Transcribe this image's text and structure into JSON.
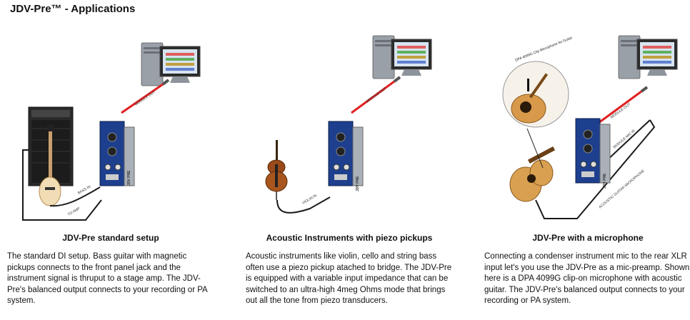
{
  "page": {
    "title": "JDV-Pre™ - Applications"
  },
  "panels": [
    {
      "heading": "JDV-Pre standard setup",
      "description": "The standard DI setup. Bass guitar with magnetic pickups connects to the front panel jack and the instrument signal is thruput to a stage amp. The JDV-Pre's balanced output connects to your recording or PA system.",
      "labels": {
        "module_out": "MODULE OUT",
        "bass_in": "BASS IN",
        "to_amp": "TO AMP",
        "unit": "JDV PRE"
      }
    },
    {
      "heading": "Acoustic Instruments with piezo pickups",
      "description": "Acoustic instruments like violin, cello and string bass often use a piezo pickup atached to bridge. The JDV-Pre is equipped with a variable input impedance that can be switched to an ultra-high 4meg Ohms mode that brings out all the tone from piezo transducers.",
      "labels": {
        "module_out": "MODULE OUT",
        "violin_in": "VIOLIN IN",
        "unit": "JDV PRE"
      }
    },
    {
      "heading": "JDV-Pre with a microphone",
      "description": "Connecting a condenser instrument mic to the rear XLR input let's you use the JDV-Pre as a mic-preamp. Shown here is a DPA 4099G clip-on microphone with acoustic guitar. The JDV-Pre's balanced output connects to your recording or PA system.",
      "labels": {
        "module_out": "MODULE OUT",
        "module_mic_in": "MODULE MIC IN",
        "mic_cable": "ACOUSTIC GUITAR MICROPHONE",
        "mic_name": "DPA 4099G Clip Microphone for Guitar",
        "unit": "JDV PRE"
      }
    }
  ],
  "colors": {
    "signal_red": "#e02020",
    "module_blue": "#1d3f8e",
    "cable": "#1a1a1a"
  }
}
